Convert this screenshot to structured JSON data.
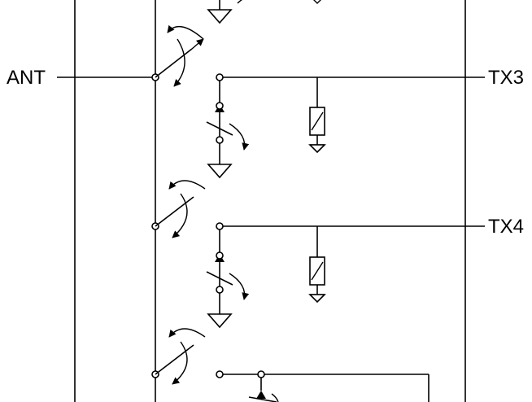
{
  "ports": {
    "antenna": "ANT",
    "tx3": "TX3",
    "tx4": "TX4"
  },
  "colors": {
    "line": "#000000",
    "background": "#ffffff"
  }
}
